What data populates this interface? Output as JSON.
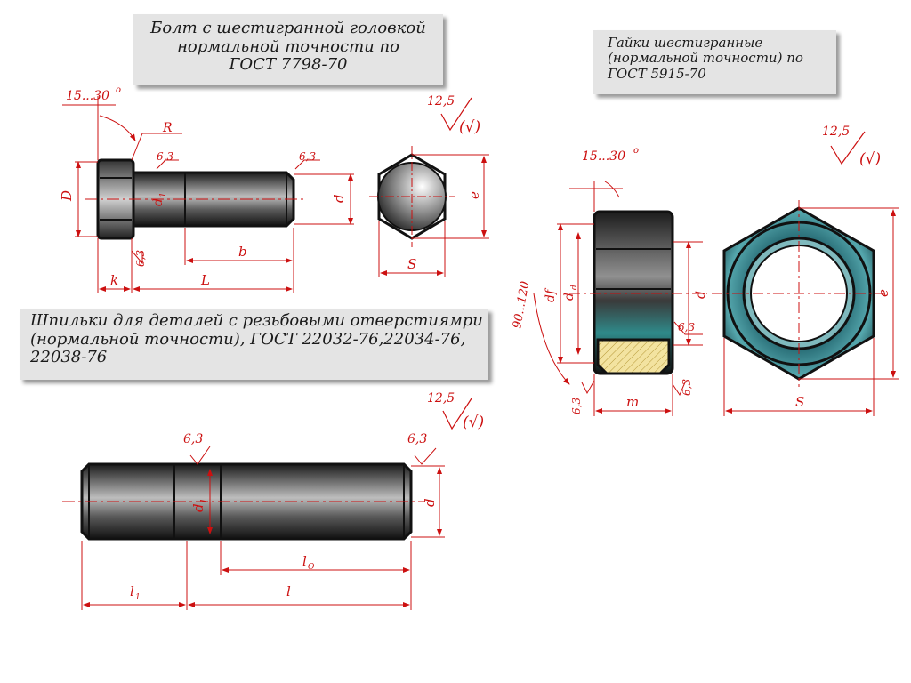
{
  "captions": {
    "bolt": [
      "Болт с шестигранной головкой",
      "нормальной точности по",
      "ГОСТ 7798-70"
    ],
    "nut": [
      "Гайки шестигранные",
      "(нормальной точности) по",
      "ГОСТ 5915-70"
    ],
    "stud": [
      "Шпильки для деталей с резьбовыми отверстиямри",
      "(нормальной точности), ГОСТ 22032-76,22034-76,",
      "22038-76"
    ]
  },
  "labels": {
    "bolt_angle": "15...30",
    "deg": "o",
    "R": "R",
    "bolt_r1": "6,3",
    "bolt_r2": "6,3",
    "bolt_r3": "6,3",
    "bolt_D": "D",
    "bolt_d1": "d",
    "bolt_d1_sub": "1",
    "bolt_d": "d",
    "bolt_b": "b",
    "bolt_k": "k",
    "bolt_L": "L",
    "bolt_e": "e",
    "bolt_S": "S",
    "bolt_rough_main": "12,5",
    "nut_angle": "15...30",
    "nut_angle2": "90...120",
    "nut_df": "df",
    "nut_dd": "d",
    "nut_dd_sub": "d",
    "nut_d": "d",
    "nut_e": "e",
    "nut_S": "S",
    "nut_m": "m",
    "nut_r1": "6,3",
    "nut_r2": "6,3",
    "nut_r3": "6,3",
    "nut_rough_main": "12,5",
    "stud_rough_main": "12,5",
    "stud_r1": "6,3",
    "stud_r2": "6,3",
    "stud_d1": "d",
    "stud_d1_sub": "1",
    "stud_d": "d",
    "stud_lo": "l",
    "stud_lo_sub": "O",
    "stud_l1": "l",
    "stud_l1_sub": "1",
    "stud_l": "l",
    "check": "(√)"
  },
  "colors": {
    "dimension": "#cc1010",
    "outline": "#111111",
    "caption_bg": "#e4e4e4",
    "hatch": "#f3e3a0",
    "nut_teal": "#2f7f86"
  }
}
